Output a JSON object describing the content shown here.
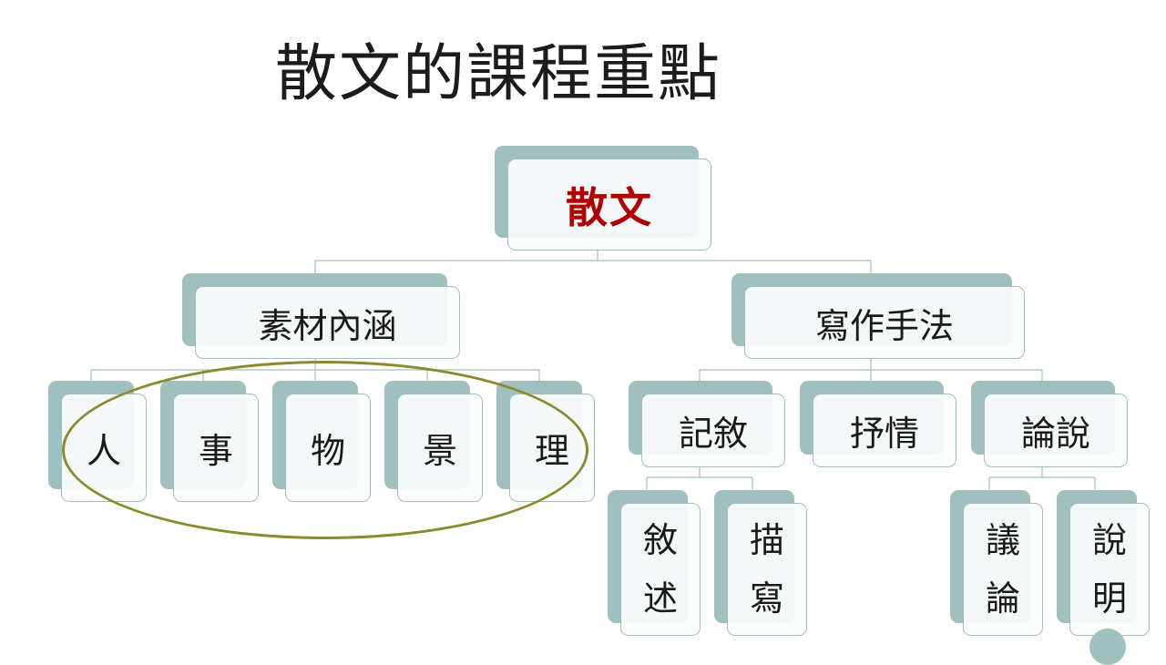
{
  "title": "散文的課程重點",
  "root": "散文",
  "material": {
    "label": "素材內涵",
    "children": [
      "人",
      "事",
      "物",
      "景",
      "理"
    ]
  },
  "technique": {
    "label": "寫作手法",
    "narrative": {
      "label": "記敘",
      "children": [
        [
          "敘",
          "述"
        ],
        [
          "描",
          "寫"
        ]
      ]
    },
    "lyric": {
      "label": "抒情"
    },
    "argument": {
      "label": "論說",
      "children": [
        [
          "議",
          "論"
        ],
        [
          "說",
          "明"
        ]
      ]
    }
  },
  "colors": {
    "box_shadow": "#9fc0bf",
    "root_text": "#b00000",
    "ellipse": "#8a8a2e",
    "connector": "#9fc0bf"
  }
}
